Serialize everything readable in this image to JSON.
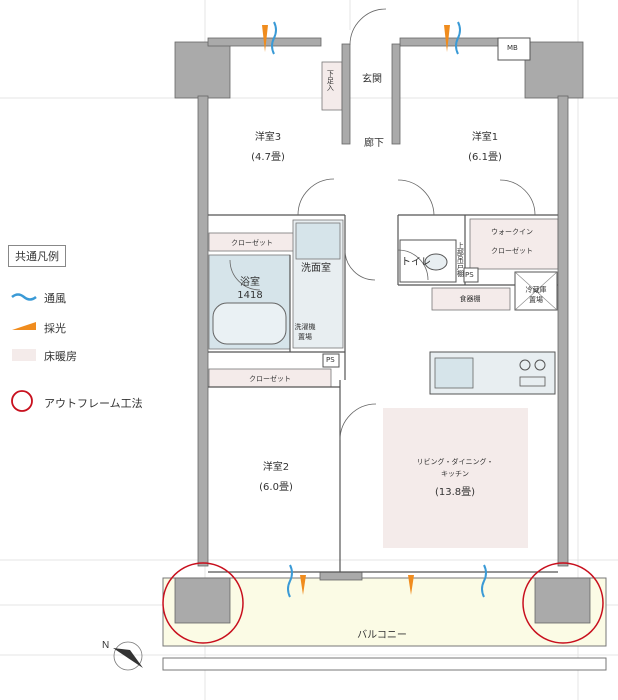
{
  "rooms": {
    "entrance": "玄関",
    "shoe_box": "下足入",
    "hallway": "廊下",
    "bedroom3": "洋室3",
    "bedroom3_size": "(4.7畳)",
    "bedroom1": "洋室1",
    "bedroom1_size": "(6.1畳)",
    "closet_a": "クローゼット",
    "closet_b": "クローゼット",
    "walkin_1": "ウォークイン",
    "walkin_2": "クローゼット",
    "bath": "浴室",
    "bath_size": "1418",
    "washroom": "洗面室",
    "washer_1": "洗濯機",
    "washer_2": "置場",
    "toilet": "トイレ",
    "upper_cabinet": "上部吊戸棚",
    "ps_a": "PS",
    "ps_b": "PS",
    "fridge_1": "冷蔵庫",
    "fridge_2": "置場",
    "pantry": "食器棚",
    "bedroom2": "洋室2",
    "bedroom2_size": "(6.0畳)",
    "ldk_1": "リビング・ダイニング・",
    "ldk_2": "キッチン",
    "ldk_size": "(13.8畳)",
    "balcony": "バルコニー",
    "mb": "MB"
  },
  "legend": {
    "title": "共通凡例",
    "ventilation": "通風",
    "lighting": "採光",
    "floor_heating": "床暖房",
    "outframe": "アウトフレーム工法"
  },
  "colors": {
    "wall": "#aaaaaa",
    "line": "#555555",
    "heating": "#f4ebea",
    "bath_fill": "#d6e4ea",
    "balcony_fill": "#fbfbe5",
    "vent": "#3a9ad6",
    "light": "#f08c1e",
    "outframe": "#c8101e"
  }
}
